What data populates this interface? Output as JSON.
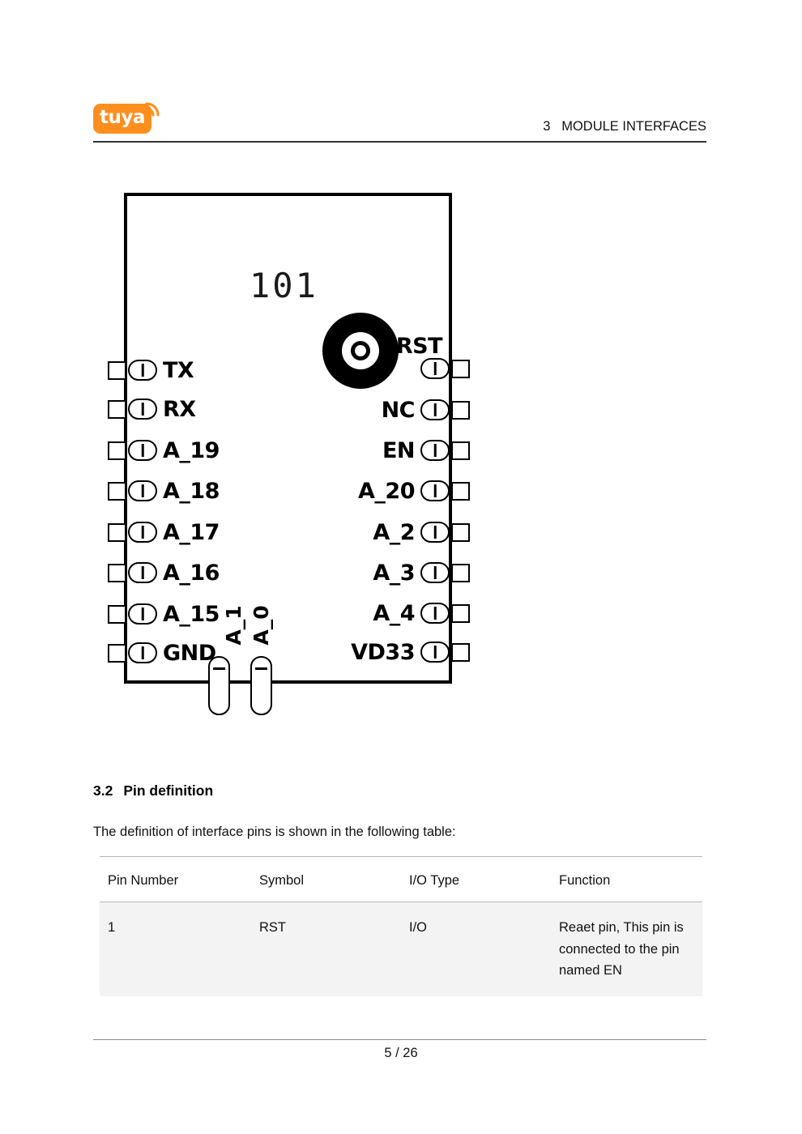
{
  "header": {
    "logo_text": "tuya",
    "section_title": "3   MODULE INTERFACES"
  },
  "diagram": {
    "module_marking": "101",
    "left_pins": [
      "TX",
      "RX",
      "A_19",
      "A_18",
      "A_17",
      "A_16",
      "A_15",
      "GND"
    ],
    "right_pins": [
      "RST",
      "NC",
      "EN",
      "A_20",
      "A_2",
      "A_3",
      "A_4",
      "VD33"
    ],
    "bottom_pins": [
      "A_1",
      "A_0"
    ]
  },
  "section": {
    "number": "3.2",
    "title": "Pin definition",
    "intro": "The definition of interface pins is shown in the following table:"
  },
  "table": {
    "headers": [
      "Pin Number",
      "Symbol",
      "I/O Type",
      "Function"
    ],
    "rows": [
      {
        "pin_number": "1",
        "symbol": "RST",
        "io_type": "I/O",
        "function": "Reaet pin, This pin is connected to the pin named EN"
      }
    ]
  },
  "footer": {
    "page_label": "5 / 26"
  },
  "colors": {
    "brand_orange": "#FF8E1F",
    "row_highlight": "#f3f3f3"
  }
}
